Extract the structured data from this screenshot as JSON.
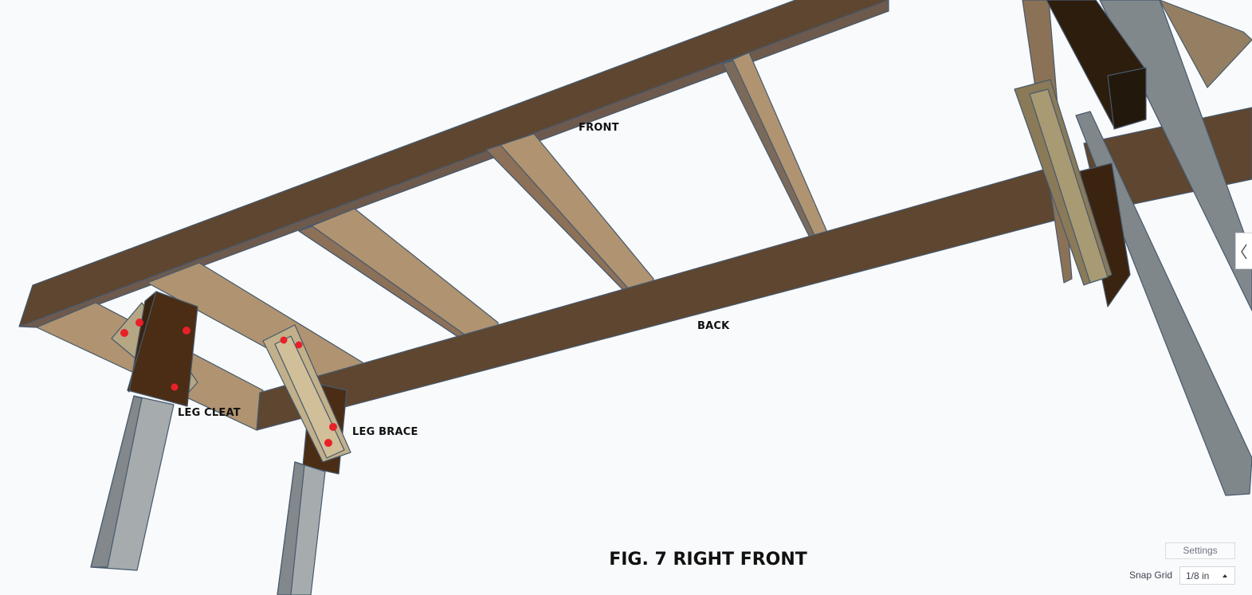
{
  "labels": {
    "front": "FRONT",
    "back": "BACK",
    "leg_cleat": "LEG CLEAT",
    "leg_brace": "LEG BRACE"
  },
  "caption": "FIG. 7 RIGHT FRONT",
  "controls": {
    "settings_label": "Settings",
    "snap_grid_label": "Snap Grid",
    "snap_grid_value": "1/8 in"
  },
  "icons": {
    "panel_toggle": "chevron-left-icon",
    "snap_select_caret": "caret-up-icon"
  },
  "colors": {
    "background": "#f9fafb",
    "rail_dark_wood": "#5e4630",
    "slat_light_wood": "#b09370",
    "cleat_dark": "#4a2d14",
    "metal_leg": "#a6abae",
    "screw_red": "#e8202a"
  }
}
